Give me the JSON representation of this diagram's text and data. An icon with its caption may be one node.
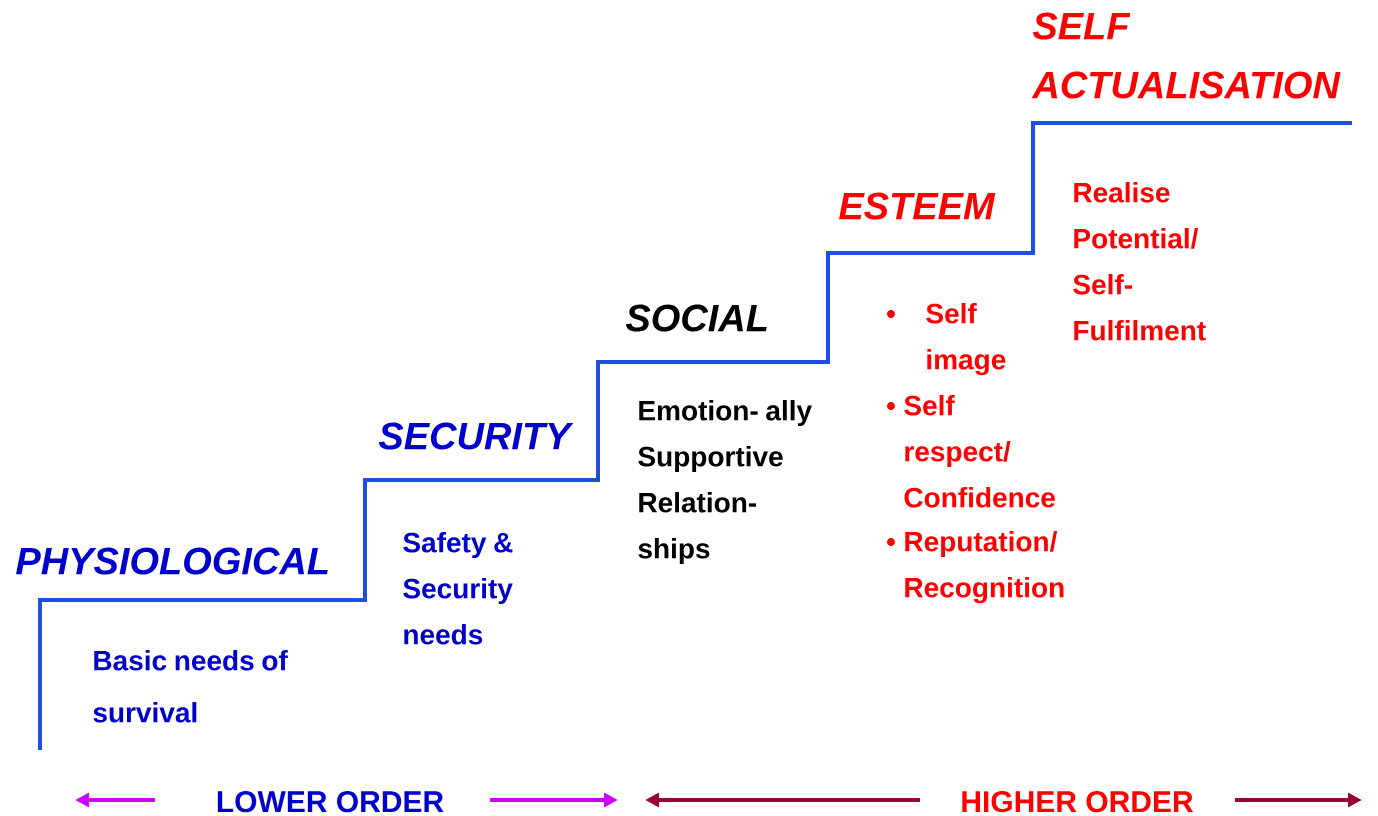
{
  "diagram": {
    "labels": [
      "PHYSIOLOGICAL",
      "Basic needs of survival",
      "SECURITY",
      "Safety & Security needs",
      "SOCIAL",
      "Emotion- ally Supportive Relation- ships",
      "ESTEEM",
      "Self image",
      "Self respect/ Confidence",
      "Reputation/ Recognition",
      "SELF ACTUALISATION",
      "Realise Potential/ Self- Fulfilment",
      "LOWER ORDER",
      "HIGHER ORDER"
    ]
  }
}
